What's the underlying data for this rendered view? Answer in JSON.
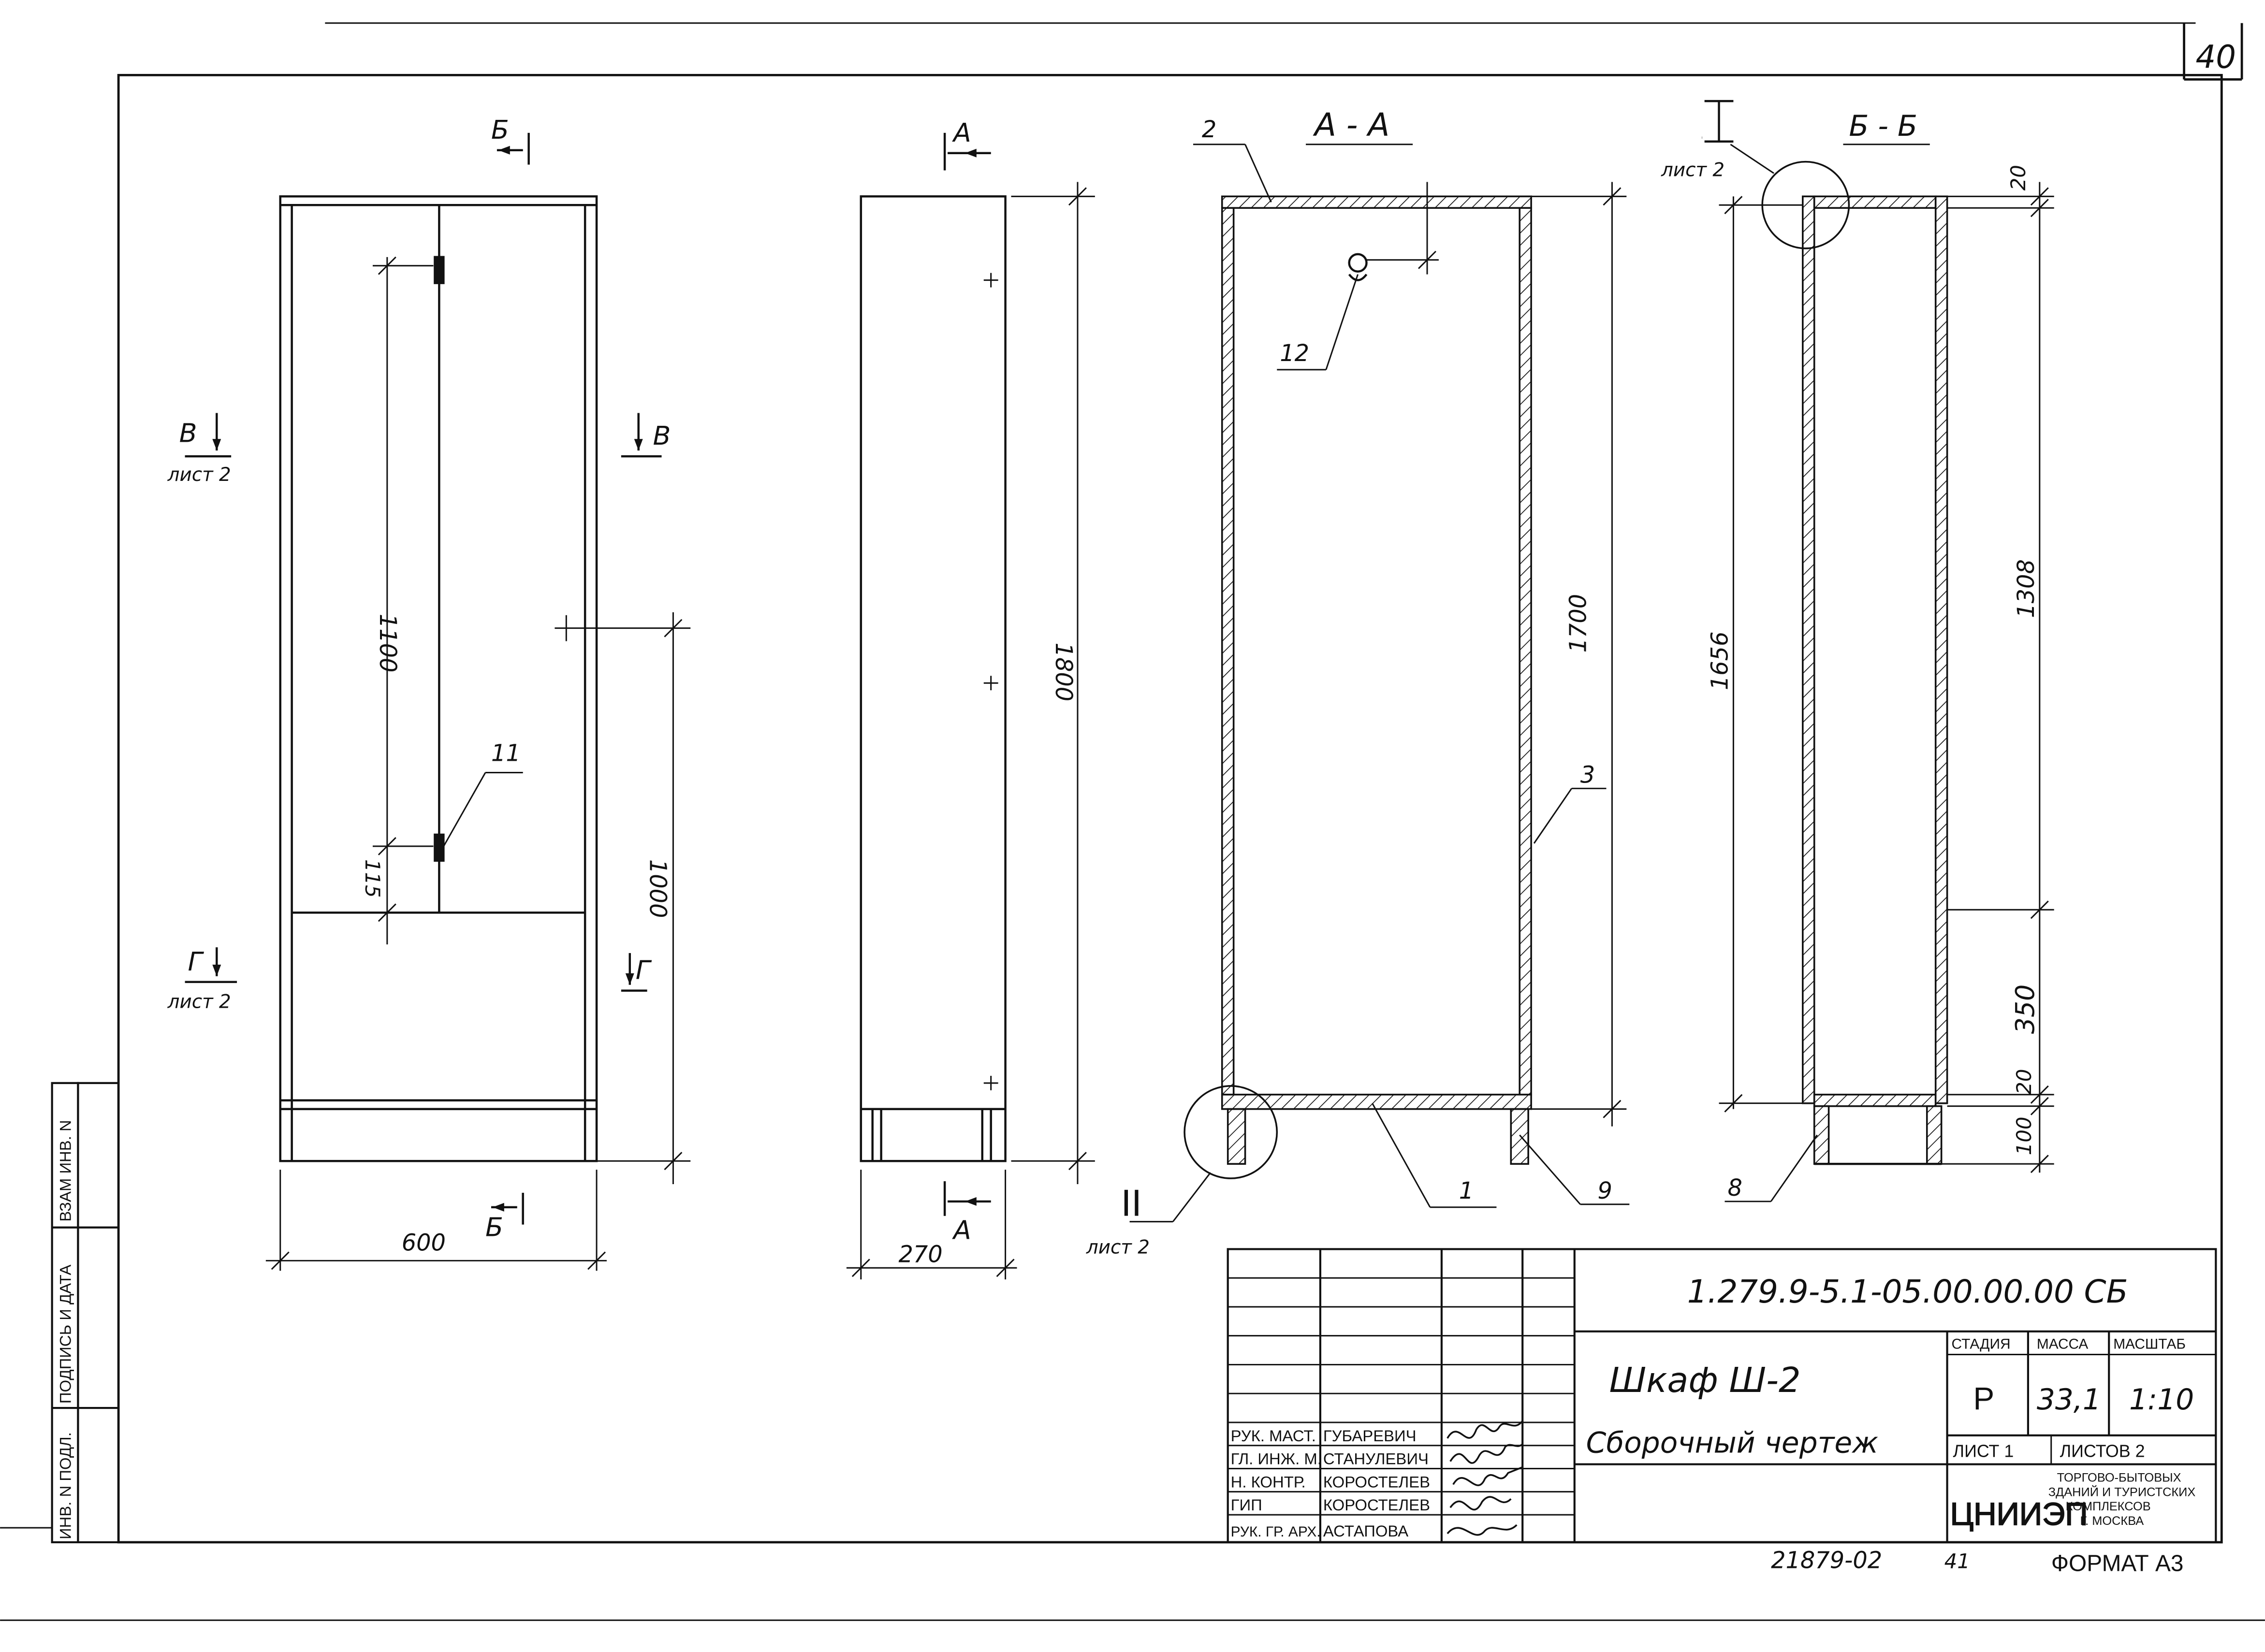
{
  "sheet": {
    "page_number": "40",
    "doc_code": "1.279.9-5.1-05.00.00.00 СБ",
    "item_name": "Шкаф Ш-2",
    "doc_type": "Сборочный чертеж",
    "footer_code": "21879-02",
    "footer_num": "41",
    "format_label": "ФОРМАТ А3"
  },
  "side_stamp": {
    "cells": [
      "ИНВ. N ПОДЛ.",
      "ПОДПИСЬ И ДАТА",
      "ВЗАМ ИНВ. N"
    ]
  },
  "title_block": {
    "stage_header": "СТАДИЯ",
    "mass_header": "МАССА",
    "scale_header": "МАСШТАБ",
    "stage": "Р",
    "mass": "33,1",
    "scale": "1:10",
    "sheet_label": "ЛИСТ 1",
    "sheets_label": "ЛИСТОВ 2",
    "org_logo": "ЦНИИЭП",
    "org_text": [
      "ТОРГОВО-БЫТОВЫХ",
      "ЗДАНИЙ И ТУРИСТСКИХ",
      "КОМПЛЕКСОВ",
      "Г. МОСКВА"
    ],
    "signers": [
      {
        "role": "РУК. МАСТ.",
        "name": "ГУБАРЕВИЧ"
      },
      {
        "role": "ГЛ. ИНЖ. М.",
        "name": "СТАНУЛЕВИЧ"
      },
      {
        "role": "Н. КОНТР.",
        "name": "КОРОСТЕЛЕВ"
      },
      {
        "role": "ГИП",
        "name": "КОРОСТЕЛЕВ"
      },
      {
        "role": "РУК. ГР. АРХ.",
        "name": "АСТАПОВА"
      }
    ]
  },
  "views": {
    "front": {
      "section_b_top": "Б",
      "section_b_bottom": "Б",
      "section_v_left": "В",
      "section_v_right": "В",
      "section_g_left": "Г",
      "section_g_right": "Г",
      "sheet_ref_v": "лист 2",
      "sheet_ref_g": "лист 2",
      "dim_width": "600",
      "dim_1100": "1100",
      "dim_115": "115",
      "dim_1000": "1000",
      "callout_11": "11"
    },
    "side": {
      "section_a_top": "А",
      "section_a_bottom": "А",
      "dim_depth": "270",
      "dim_height": "1800"
    },
    "section_aa": {
      "title": "А - А",
      "dim_1700": "1700",
      "callout_2": "2",
      "callout_3": "3",
      "callout_12": "12",
      "callout_1": "1",
      "callout_9": "9",
      "detail_ii": "II",
      "detail_ii_ref": "лист 2"
    },
    "section_bb": {
      "title": "Б - Б",
      "detail_i": "I",
      "detail_i_ref": "лист 2",
      "dim_20_top": "20",
      "dim_1656": "1656",
      "dim_1308": "1308",
      "dim_350": "350",
      "dim_20_bottom": "20",
      "dim_100": "100",
      "callout_8": "8"
    }
  }
}
